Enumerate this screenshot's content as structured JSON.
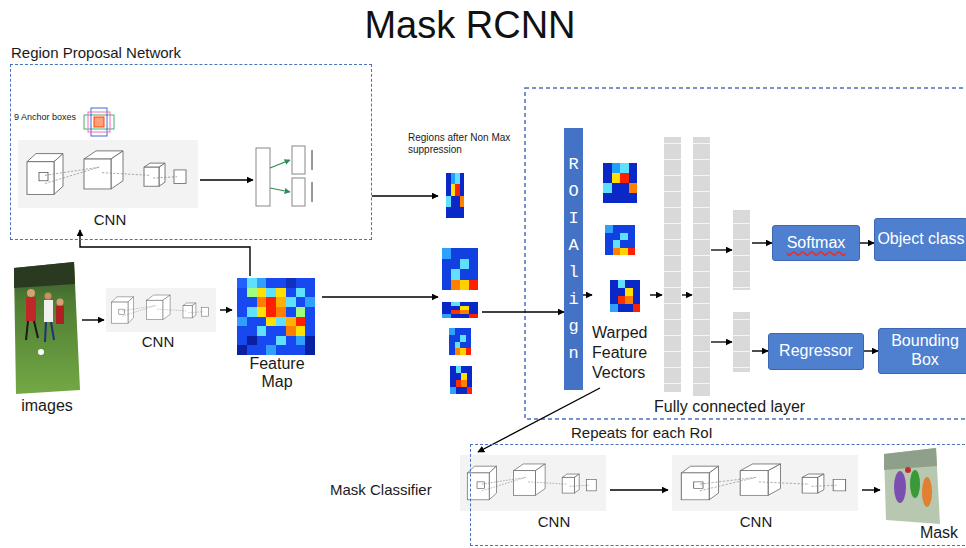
{
  "diagram": {
    "title": "Mask RCNN",
    "nodes": [
      {
        "text": [
          "Region Proposal Network"
        ]
      },
      {
        "text": [
          "CNN"
        ],
        "in": 0
      },
      {
        "text": [
          "images"
        ]
      },
      {
        "text": [
          "CNN"
        ]
      },
      {
        "text": [
          "Feature Map"
        ]
      },
      {
        "text": [
          "Regions after Non Max suppression"
        ]
      },
      {
        "text": [
          "ROI Align"
        ]
      },
      {
        "text": [
          "Warped Feature Vectors"
        ]
      },
      {
        "text": [
          "Fully connected layer"
        ]
      },
      {
        "text": [
          "Softmax"
        ]
      },
      {
        "text": [
          "Object class"
        ]
      },
      {
        "text": [
          "Regressor"
        ]
      },
      {
        "text": [
          "Bounding Box"
        ]
      },
      {
        "text": [
          "Repeats for each RoI"
        ]
      },
      {
        "text": [
          "CNN"
        ],
        "in": 13
      },
      {
        "text": [
          "CNN"
        ],
        "in": 13
      },
      {
        "text": [
          "Mask"
        ],
        "in": 13
      }
    ],
    "edges": [
      {
        "from": 2,
        "to": 3,
        "arrow": "to"
      },
      {
        "from": 3,
        "to": 4,
        "arrow": "to"
      },
      {
        "from": 4,
        "to": 1,
        "arrow": "to"
      },
      {
        "from": 0,
        "to": 5,
        "arrow": "to"
      },
      {
        "from": 4,
        "to": 5,
        "arrow": "to"
      },
      {
        "from": 5,
        "to": 6,
        "arrow": "to"
      },
      {
        "from": 6,
        "to": 7,
        "arrow": "to"
      },
      {
        "from": 7,
        "to": 8,
        "arrow": "to"
      },
      {
        "from": 8,
        "to": 9,
        "arrow": "to"
      },
      {
        "from": 9,
        "to": 10,
        "arrow": "to"
      },
      {
        "from": 8,
        "to": 11,
        "arrow": "to"
      },
      {
        "from": 11,
        "to": 12,
        "arrow": "to"
      },
      {
        "from": 7,
        "to": 14,
        "arrow": "to"
      },
      {
        "from": 14,
        "to": 15,
        "arrow": "to"
      },
      {
        "from": 15,
        "to": 16,
        "arrow": "to"
      }
    ],
    "labels": [
      "9 Anchor boxes",
      "Mask Classifier"
    ]
  }
}
